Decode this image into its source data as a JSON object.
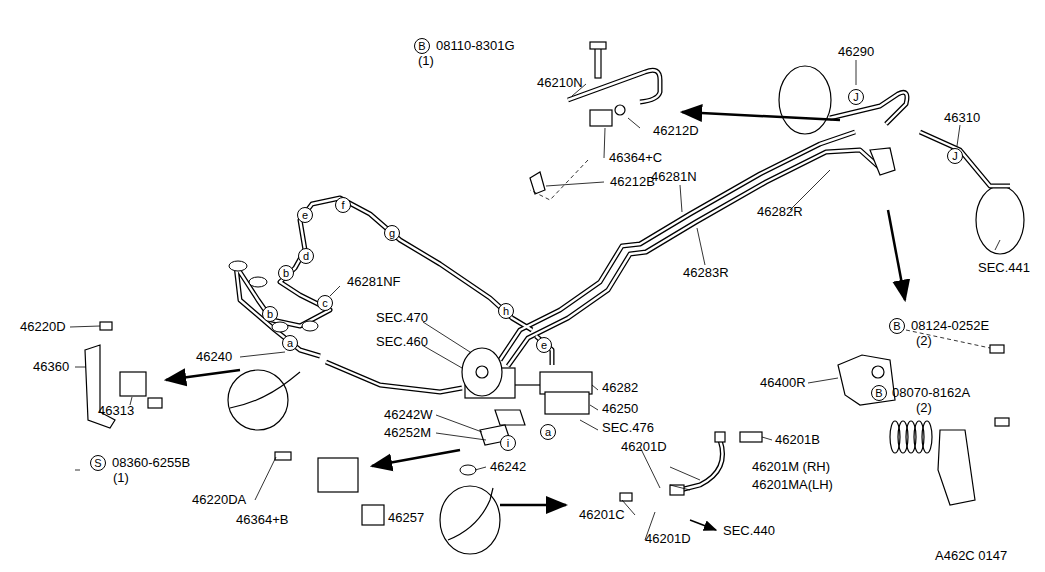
{
  "diagram": {
    "nodes": [
      {
        "text": [
          "B"
        ]
      },
      {
        "text": [
          "J"
        ]
      },
      {
        "text": [
          "J"
        ]
      },
      {
        "text": [
          "f"
        ]
      },
      {
        "text": [
          "e"
        ]
      },
      {
        "text": [
          "g"
        ]
      },
      {
        "text": [
          "d"
        ]
      },
      {
        "text": [
          "b"
        ]
      },
      {
        "text": [
          "c"
        ]
      },
      {
        "text": [
          "h"
        ]
      },
      {
        "text": [
          "b"
        ]
      },
      {
        "text": [
          "B"
        ]
      },
      {
        "text": [
          "a"
        ]
      },
      {
        "text": [
          "e"
        ]
      },
      {
        "text": [
          "B"
        ]
      },
      {
        "text": [
          "a"
        ]
      },
      {
        "text": [
          "i"
        ]
      },
      {
        "text": [
          "S"
        ]
      }
    ],
    "edges": [],
    "labels": [
      "08110-8301G",
      "(1)",
      "46210N",
      "46212D",
      "46364+C",
      "46212B",
      "46290",
      "46310",
      "46281N",
      "46282R",
      "46283R",
      "SEC.441",
      "46281NF",
      "08124-0252E",
      "(2)",
      "46220D",
      "46360",
      "SEC.470",
      "SEC.460",
      "46240",
      "46400R",
      "46282",
      "46250",
      "08070-8162A",
      "(2)",
      "46313",
      "46242W",
      "46252M",
      "SEC.476",
      "46201B",
      "46201D",
      "46201M (RH)",
      "46201MA(LH)",
      "08360-6255B",
      "(1)",
      "46242",
      "46220DA",
      "46364+B",
      "46257",
      "46201C",
      "46201D",
      "SEC.440",
      "A462C 0147"
    ]
  }
}
